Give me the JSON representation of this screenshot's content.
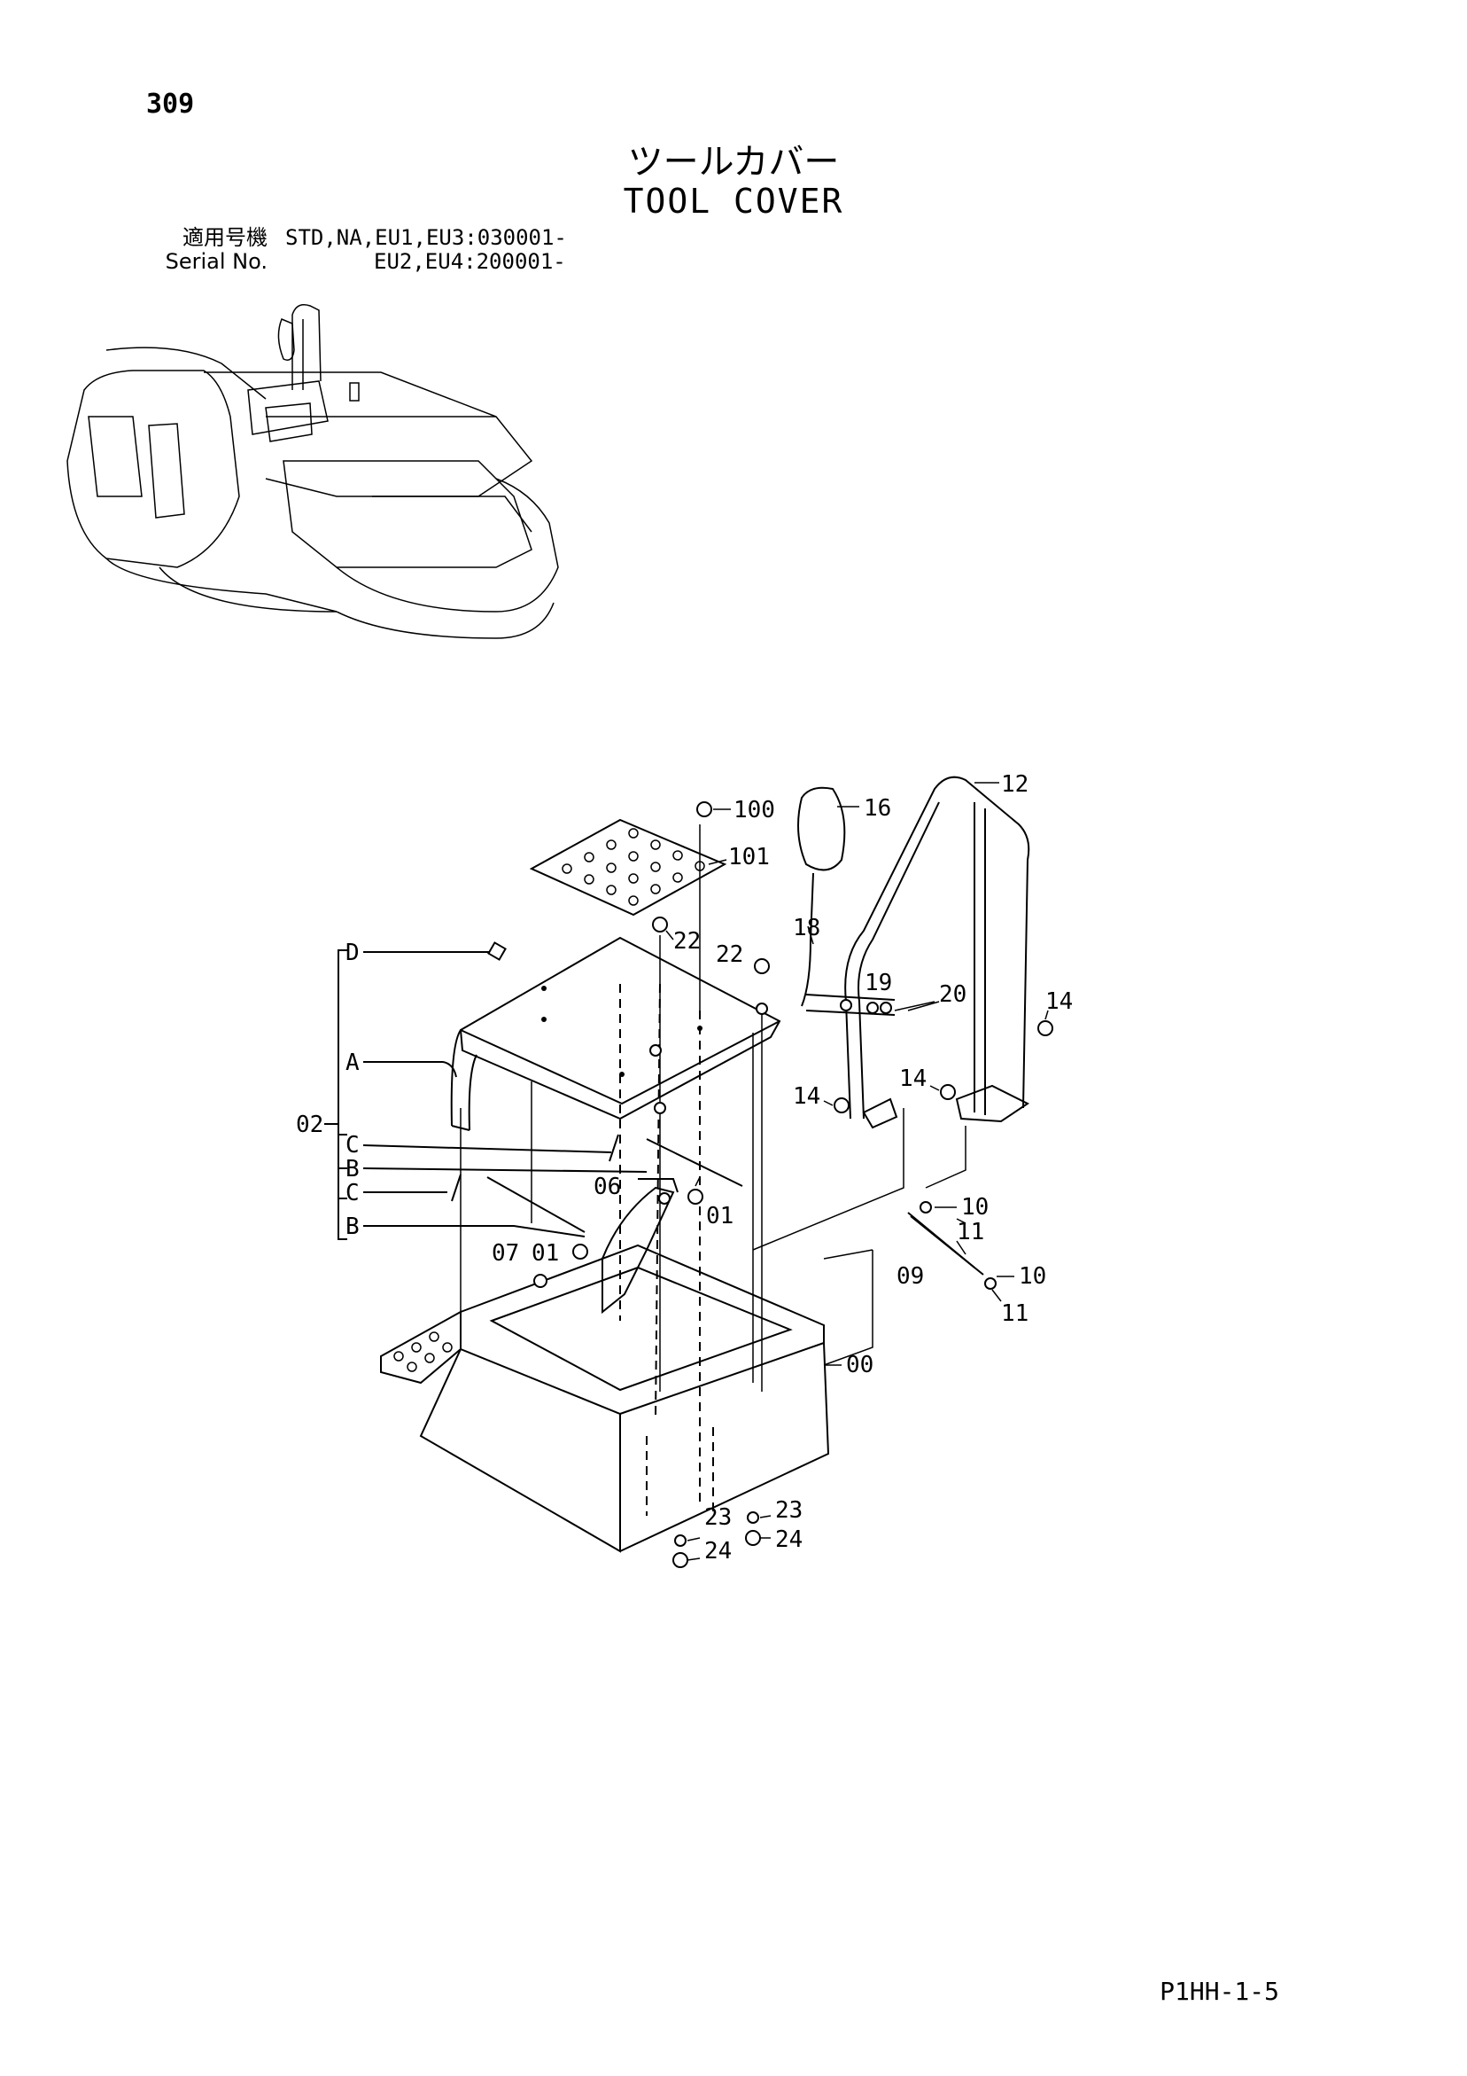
{
  "page": {
    "page_number": "309",
    "title_jp": "ツールカバー",
    "title_en": "TOOL COVER",
    "footer_code": "P1HH-1-5"
  },
  "serial": {
    "rows": [
      {
        "label": "適用号機",
        "value": "STD,NA,EU1,EU3:030001-"
      },
      {
        "label": "Serial No.",
        "value": "EU2,EU4:200001-"
      }
    ]
  },
  "callouts": {
    "c100": "100",
    "c16": "16",
    "c12": "12",
    "c101": "101",
    "c18": "18",
    "cD": "D",
    "c22a": "22",
    "c22b": "22",
    "c19": "19",
    "c20": "20",
    "c14a": "14",
    "cA": "A",
    "c14b": "14",
    "c14c": "14",
    "c02": "02",
    "cC1": "C",
    "cB1": "B",
    "cC2": "C",
    "c06": "06",
    "c01a": "01",
    "cB2": "B",
    "c10a": "10",
    "c11a": "11",
    "c07": "07",
    "c01b": "01",
    "c09": "09",
    "c10b": "10",
    "c11b": "11",
    "c00": "00",
    "c23a": "23",
    "c23b": "23",
    "c24a": "24",
    "c24b": "24"
  }
}
